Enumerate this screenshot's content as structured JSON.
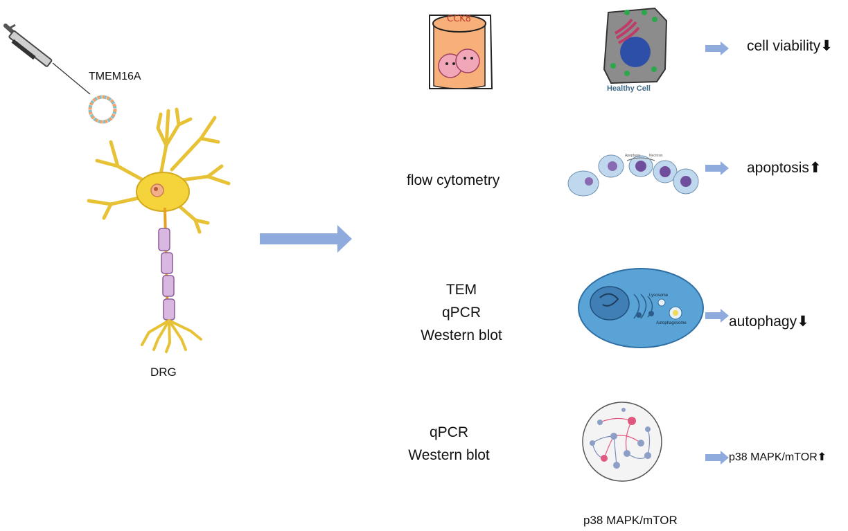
{
  "left": {
    "injection_label": "TMEM16A",
    "neuron_label": "DRG"
  },
  "methods": {
    "cck8_text": "CCK8",
    "flow": "flow cytometry",
    "tem": "TEM",
    "tem_qpcr": "qPCR",
    "tem_wb": "Western blot",
    "qpcr": "qPCR",
    "wb": "Western blot"
  },
  "illustrations": {
    "healthy_cell": "Healthy Cell",
    "apoptosis_small_1": "Apoptosis",
    "apoptosis_small_2": "Necrosis",
    "lysosome": "Lysosome",
    "autophagosome": "Autophagosome",
    "pathway_caption": "p38 MAPK/mTOR"
  },
  "results": {
    "viability": "cell viability",
    "viability_dir": "⬇",
    "apoptosis": "apoptosis",
    "apoptosis_dir": "⬆",
    "autophagy": "autophagy",
    "autophagy_dir": "⬇",
    "pathway": "p38 MAPK/mTOR",
    "pathway_dir": "⬆"
  },
  "colors": {
    "arrow": "#8faadc",
    "neuron": "#f5d33a",
    "myelin": "#d8b8e0",
    "cup": "#f7b07a",
    "cell_gray": "#8c8c8c",
    "nucleus": "#2d4fa8",
    "tem_cell": "#5aa3d6",
    "network_pink": "#e0577f",
    "network_node": "#8e9fc7"
  }
}
